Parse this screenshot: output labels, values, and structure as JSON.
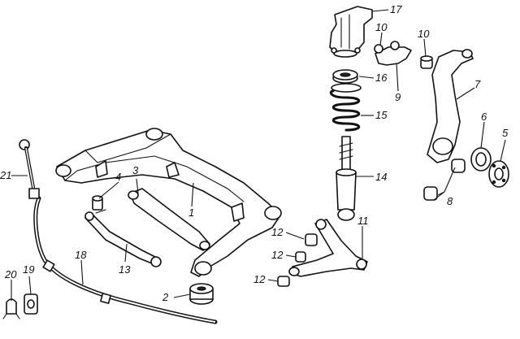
{
  "callouts": {
    "c1": "1",
    "c2": "2",
    "c3": "3",
    "c4": "4",
    "c5": "5",
    "c6": "6",
    "c7": "7",
    "c8": "8",
    "c9": "9",
    "c10a": "10",
    "c10b": "10",
    "c11": "11",
    "c12a": "12",
    "c12b": "12",
    "c12c": "12",
    "c13": "13",
    "c14": "14",
    "c15": "15",
    "c16": "16",
    "c17": "17",
    "c18": "18",
    "c19": "19",
    "c20": "20",
    "c21": "21"
  }
}
